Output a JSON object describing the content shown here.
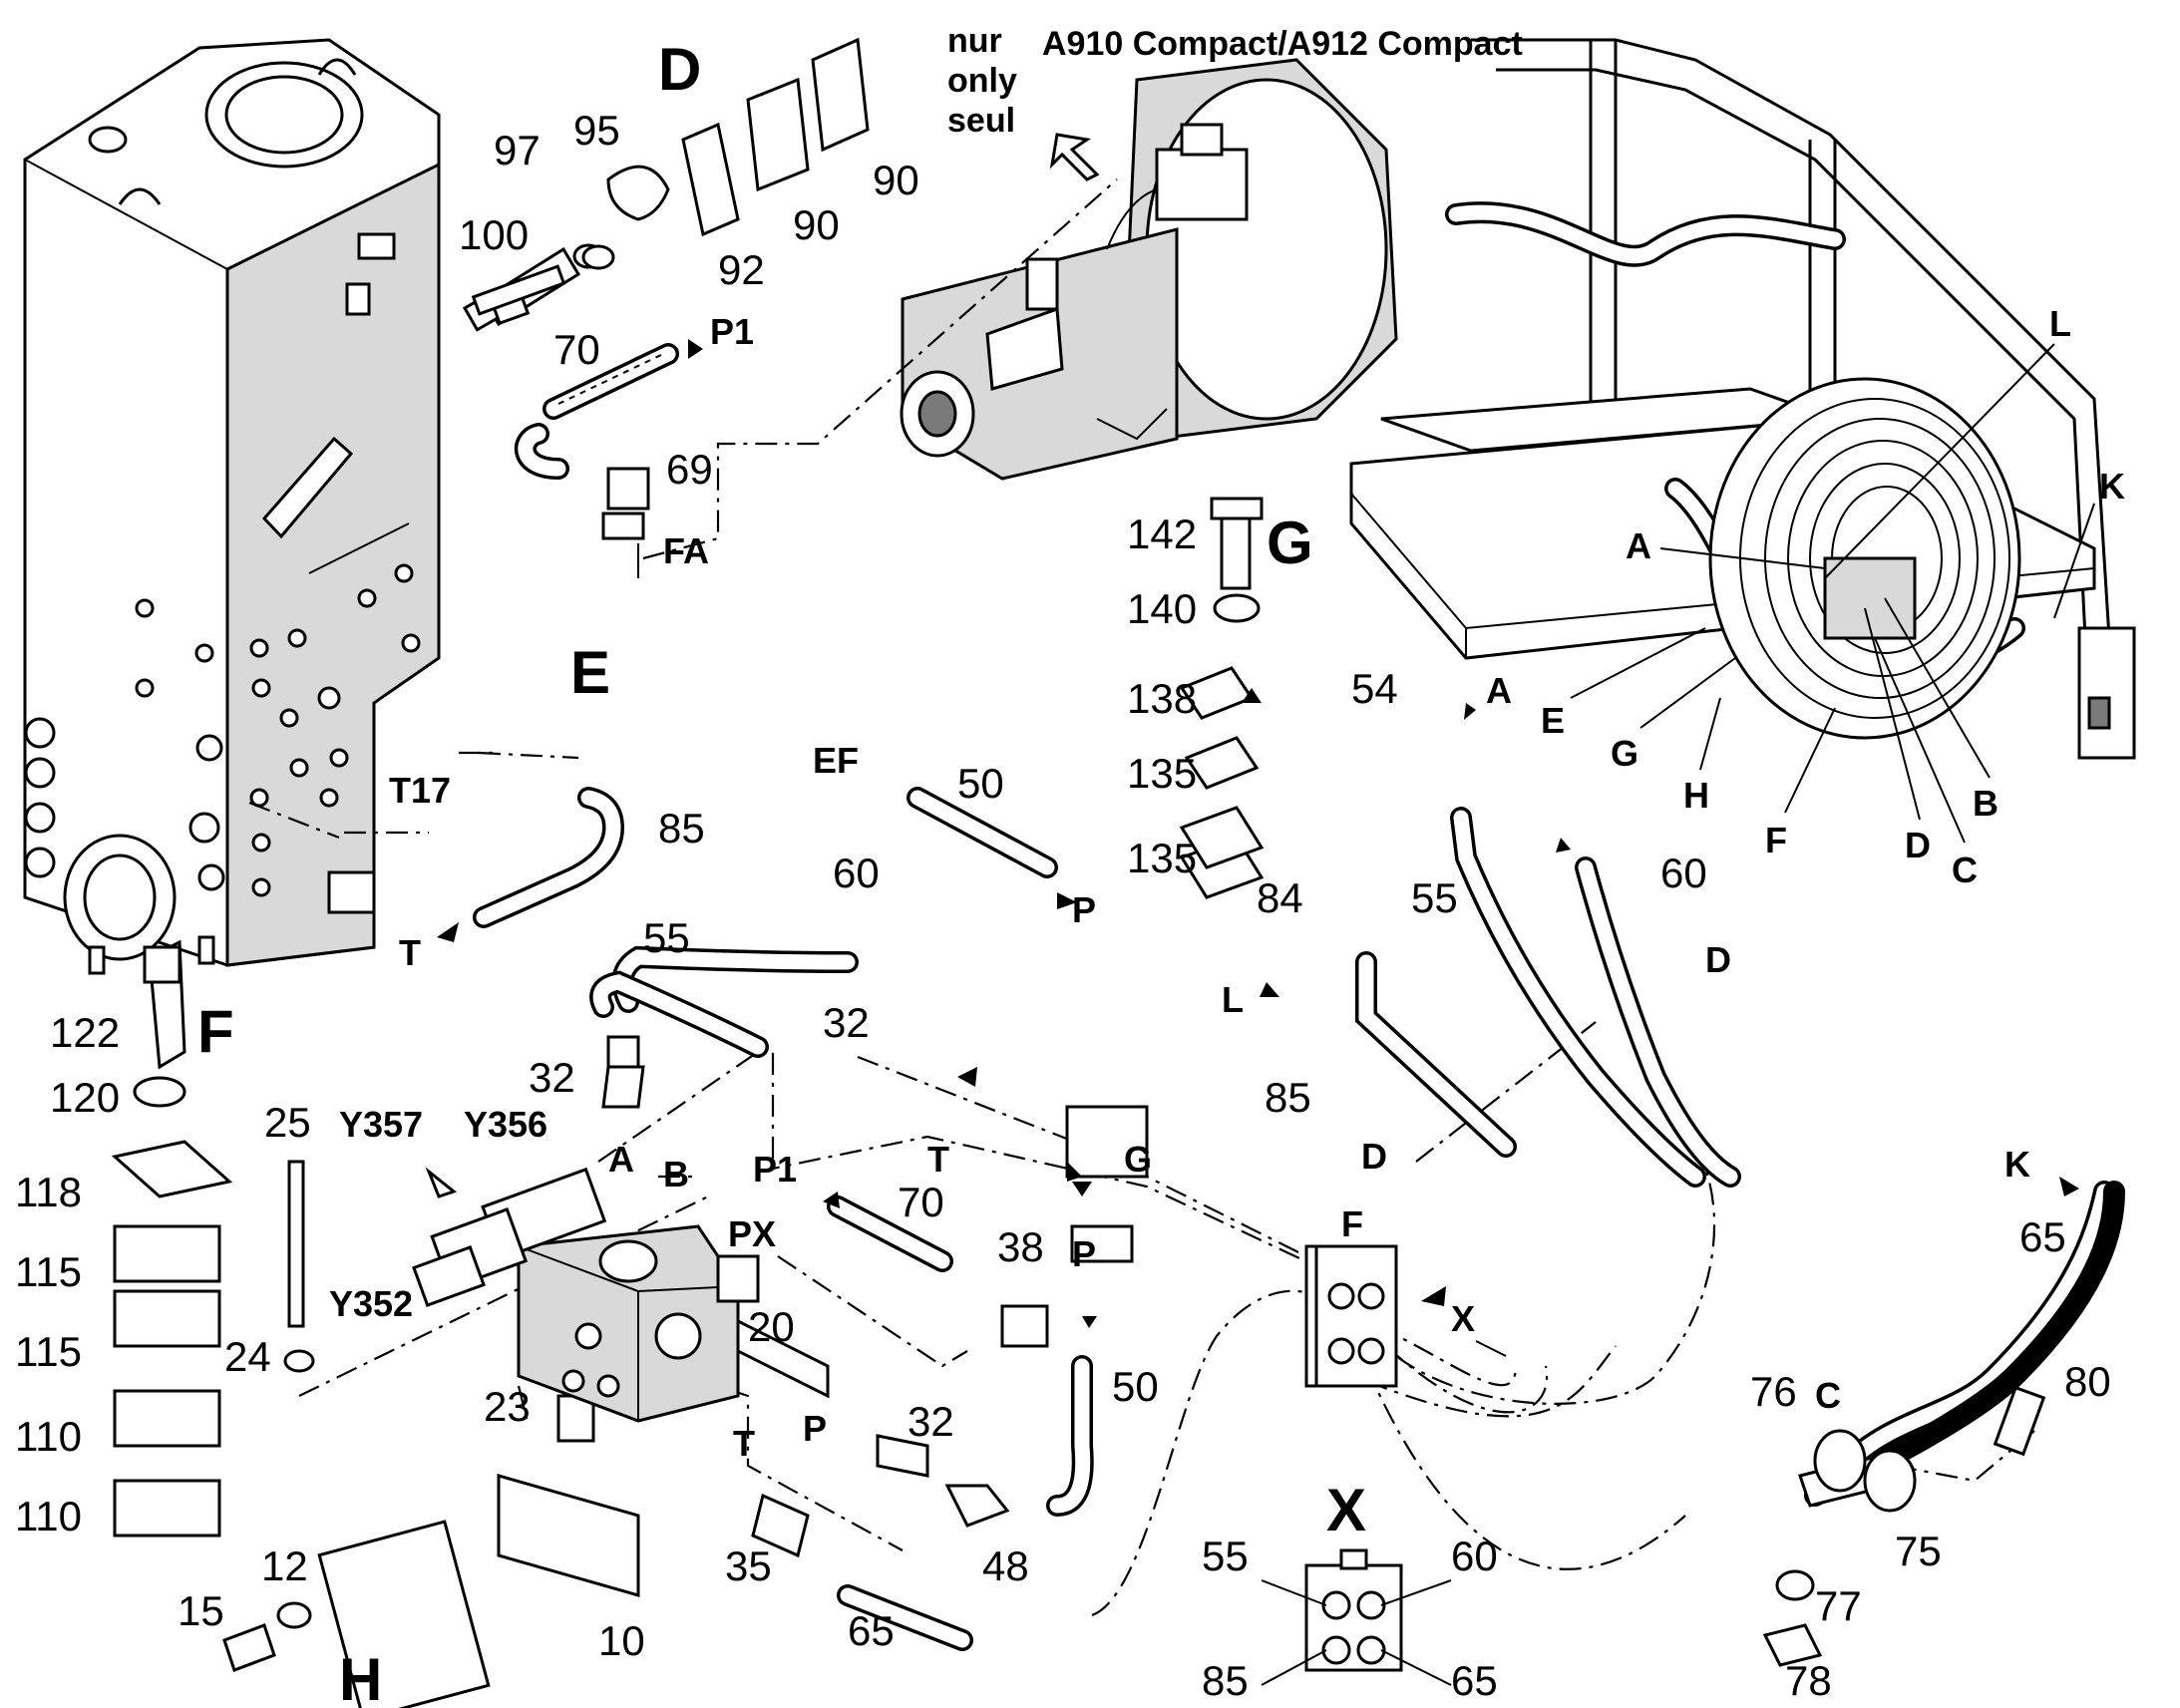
{
  "header": {
    "note_lines": [
      "nur",
      "only",
      "seul"
    ],
    "models": "A910 Compact/A912 Compact"
  },
  "section_letters": [
    "D",
    "E",
    "G",
    "F",
    "H",
    "X"
  ],
  "connection_labels": [
    "P1",
    "FA",
    "EF",
    "T17",
    "T",
    "P",
    "A",
    "L",
    "K",
    "X",
    "A",
    "B",
    "PX",
    "P1",
    "P",
    "T",
    "P",
    "T",
    "D",
    "D",
    "C",
    "F",
    "G"
  ],
  "solenoid_labels": [
    "Y357",
    "Y356",
    "Y352"
  ],
  "legend_letters": [
    "L",
    "K",
    "A",
    "E",
    "G",
    "H",
    "F",
    "D",
    "C",
    "B"
  ],
  "part_numbers": [
    "97",
    "95",
    "100",
    "92",
    "90",
    "90",
    "70",
    "69",
    "142",
    "140",
    "138",
    "135",
    "135",
    "50",
    "54",
    "85",
    "60",
    "55",
    "84",
    "55",
    "60",
    "32",
    "32",
    "85",
    "122",
    "120",
    "118",
    "115",
    "115",
    "110",
    "110",
    "25",
    "24",
    "20",
    "70",
    "38",
    "50",
    "23",
    "32",
    "35",
    "48",
    "65",
    "10",
    "12",
    "15",
    "65",
    "80",
    "76",
    "75",
    "77",
    "78",
    "55",
    "60",
    "85",
    "65"
  ],
  "colors": {
    "ink": "#000000",
    "paper": "#ffffff",
    "shade": "#d9d9d9"
  }
}
